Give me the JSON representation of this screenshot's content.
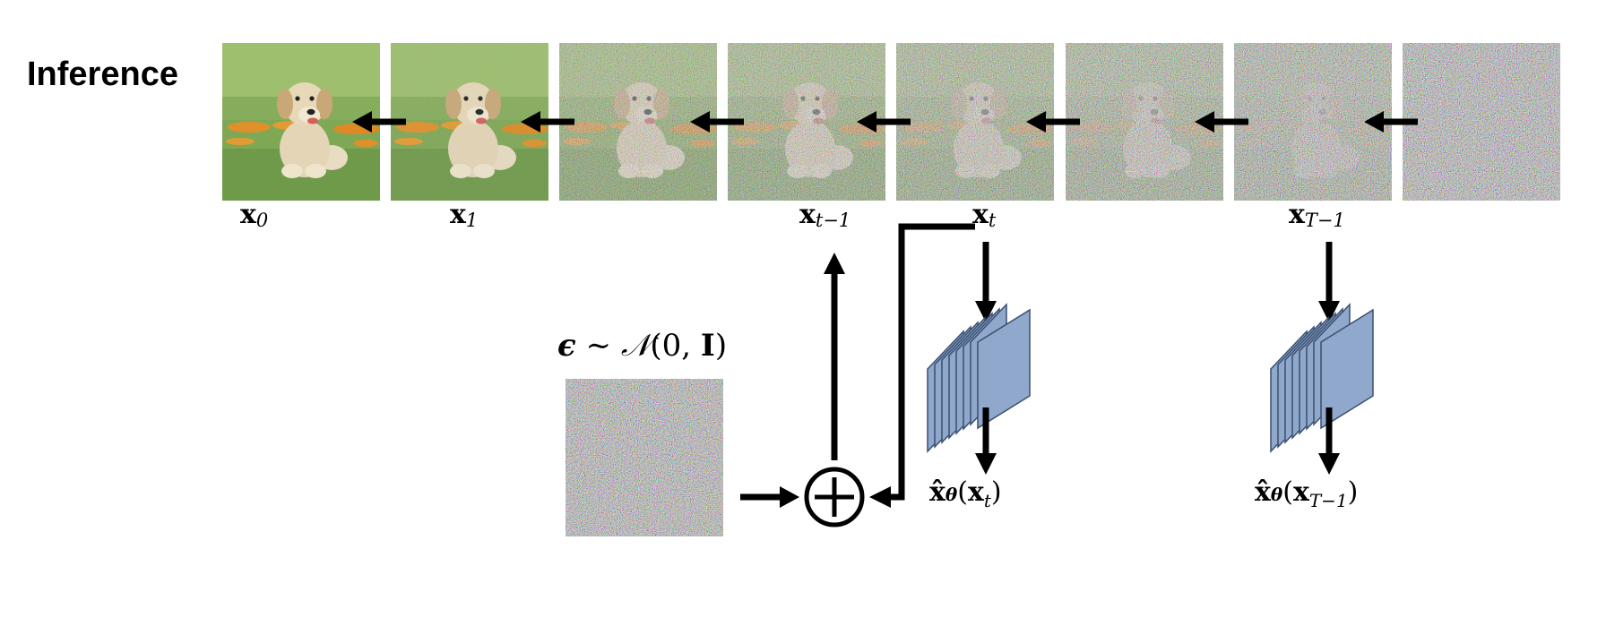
{
  "title": "Inference",
  "step_labels": {
    "x0": "0",
    "x1": "1",
    "xtm1": "t−1",
    "xt": "t",
    "xTm1": "T−1"
  },
  "noise_dist": {
    "eps": "ϵ",
    "sim": " ∼ ",
    "dist": "𝒩",
    "args_open": "(0, ",
    "I": "I",
    "args_close": ")"
  },
  "predictions": {
    "xhat_t_sub": "t",
    "xhat_T_sub": "T−1"
  },
  "colors": {
    "block_face": "#8fa8cc",
    "block_edge": "#3a4f70",
    "arrow": "#000000",
    "grass": "#6f9a4a",
    "flowers": "#e0902a",
    "puppy": "#e4d5b6"
  },
  "icons": [
    "puppy-image",
    "noise-image",
    "network-block-icon",
    "plus-circle-icon",
    "arrow-icon"
  ]
}
